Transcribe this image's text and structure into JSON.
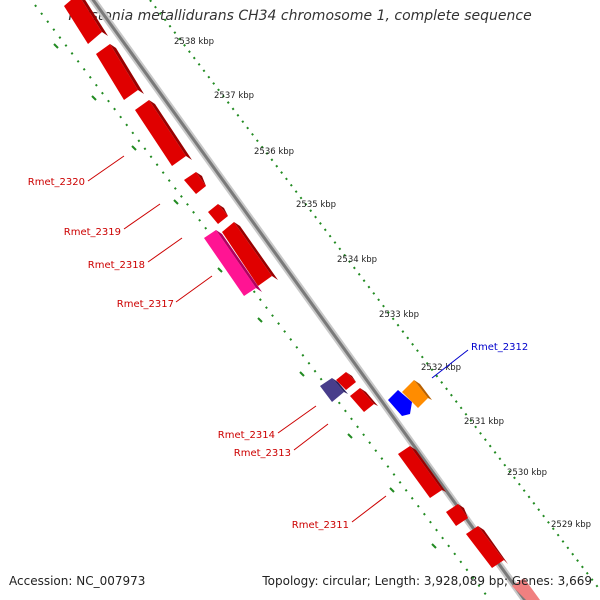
{
  "title": "Ralstonia metallidurans CH34 chromosome 1, complete sequence",
  "footer": {
    "accession": "Accession: NC_007973",
    "summary": "Topology: circular; Length: 3,928,089 bp; Genes: 3,669"
  },
  "colors": {
    "backbone": "#808080",
    "ruler": "#228b22",
    "gene_red": "#ff0000",
    "gene_pink": "#ff1493",
    "gene_purple": "#483d8b",
    "gene_blue": "#0000ff",
    "gene_orange": "#ff8c00",
    "label_red": "#cc0000",
    "label_blue": "#0000cc"
  },
  "ruler_ticks": [
    "2538 kbp",
    "2537 kbp",
    "2536 kbp",
    "2535 kbp",
    "2534 kbp",
    "2533 kbp",
    "2532 kbp",
    "2531 kbp",
    "2530 kbp",
    "2529 kbp"
  ],
  "gene_labels": [
    "Rmet_2320",
    "Rmet_2319",
    "Rmet_2318",
    "Rmet_2317",
    "Rmet_2314",
    "Rmet_2313",
    "Rmet_2312",
    "Rmet_2311"
  ]
}
